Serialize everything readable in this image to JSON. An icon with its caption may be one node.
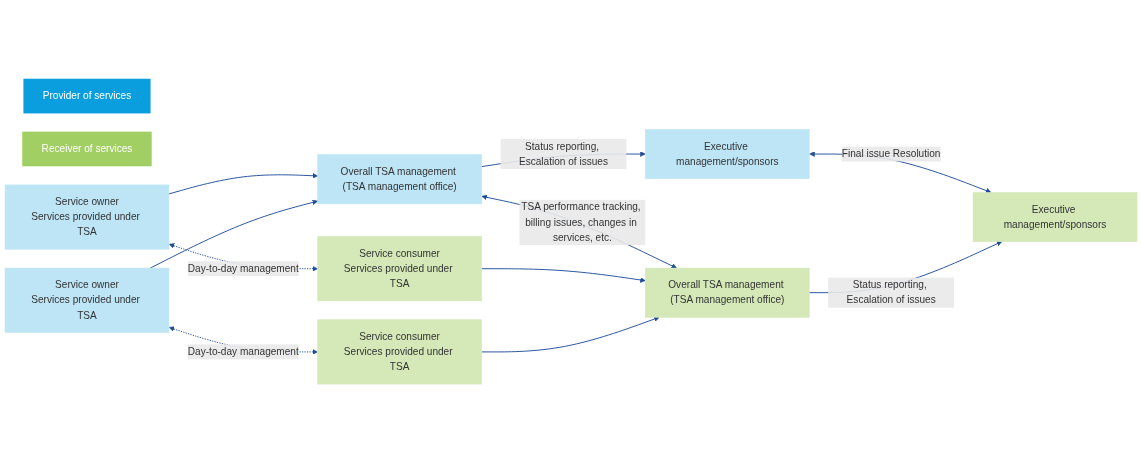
{
  "diagram": {
    "nodes": [
      {
        "text": [
          "Provider of services"
        ]
      },
      {
        "text": [
          "Receiver of services"
        ]
      },
      {
        "text": [
          "Executive management/sponsors"
        ]
      },
      {
        "text": [
          "Executive management/sponsors"
        ]
      },
      {
        "text": [
          "Overall TSA management (TSA management office)"
        ]
      },
      {
        "text": [
          "Overall TSA management (TSA management office)"
        ]
      },
      {
        "text": [
          "Service owner",
          "Services provided under TSA"
        ]
      },
      {
        "text": [
          "Service consumer",
          "Services provided under TSA"
        ]
      },
      {
        "text": [
          "Service owner",
          "Services provided under TSA"
        ]
      },
      {
        "text": [
          "Service consumer",
          "Services provided under TSA"
        ]
      }
    ],
    "edges": [
      {
        "from": 2,
        "to": 3,
        "arrow": "both",
        "label": "Final issue Resolution"
      },
      {
        "from": 4,
        "to": 2,
        "arrow": "to",
        "label": "Status reporting, Escalation of issues"
      },
      {
        "from": 5,
        "to": 3,
        "arrow": "to",
        "label": "Status reporting, Escalation of issues"
      },
      {
        "from": 4,
        "to": 5,
        "arrow": "both",
        "label": "TSA performance tracking, billing issues, changes in services, etc."
      },
      {
        "from": 6,
        "to": 7,
        "arrow": "both",
        "style": "dashed",
        "label": "Day-to-day management"
      },
      {
        "from": 8,
        "to": 9,
        "arrow": "both",
        "style": "dashed",
        "label": "Day-to-day management"
      },
      {
        "from": 6,
        "to": 4,
        "arrow": "to"
      },
      {
        "from": 8,
        "to": 4,
        "arrow": "to"
      },
      {
        "from": 7,
        "to": 5,
        "arrow": "to"
      },
      {
        "from": 9,
        "to": 5,
        "arrow": "to"
      }
    ]
  }
}
